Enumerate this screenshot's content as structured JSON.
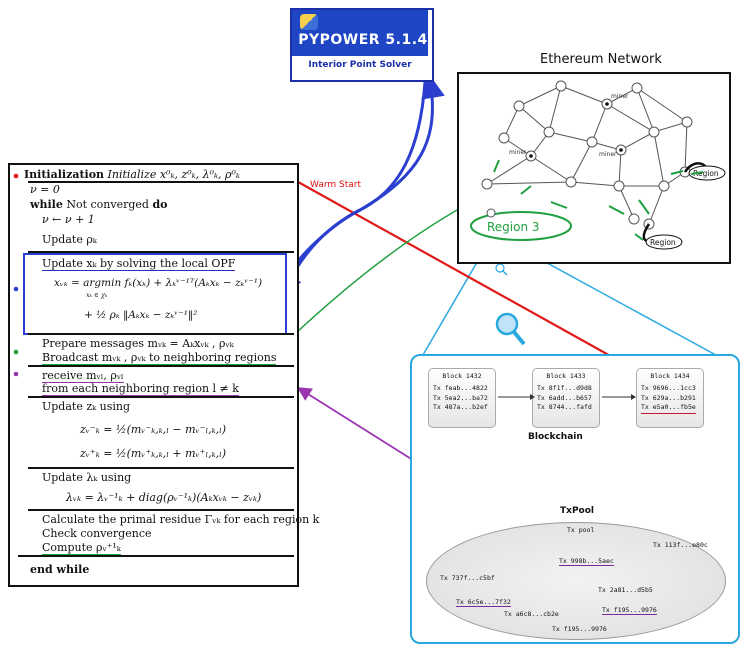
{
  "pypower": {
    "title": "PYPOWER 5.1.4",
    "subtitle": "Interior Point Solver"
  },
  "ethereum": {
    "title": "Ethereum Network",
    "miner_labels": [
      "miner",
      "miner",
      "miner"
    ],
    "region_labels": [
      "Region",
      "Region"
    ],
    "region3_label": "Region 3"
  },
  "warm_start_label": "Warm Start",
  "algorithm": {
    "lines": [
      {
        "kw": "Initialization",
        "text": "Initialize x⁰ₖ, z⁰ₖ, λ⁰ₖ, ρ⁰ₖ"
      },
      {
        "text": "ν = 0"
      },
      {
        "kw": "while",
        "text": "Not converged",
        "kw2": "do"
      },
      {
        "text": "ν ← ν + 1"
      },
      {
        "text": "Update ρₖ"
      },
      {
        "text": "Update xₖ by solving the local OPF"
      },
      {
        "text": "xᵥₖ = argmin fₖ(xₖ) + λₖᵛ⁻¹ᵀ(Aₖxₖ − zₖᵛ⁻¹)"
      },
      {
        "text": "xₖ ∈ χₖ"
      },
      {
        "text": "+ ½ ρₖ ‖Aₖxₖ − zₖᵛ⁻¹‖²"
      },
      {
        "text": "Prepare messages mᵥₖ = Aₖxᵥₖ , ρᵥₖ"
      },
      {
        "text": "Broadcast mᵥₖ , ρᵥₖ  to neighboring regions"
      },
      {
        "text": "receive mᵥₗ, ρᵥₗ"
      },
      {
        "text": "from each neighboring region l ≠ k"
      },
      {
        "text": "Update zₖ using"
      },
      {
        "text": "zᵥ⁻ₖ = ½(mᵥ⁻ₖ,ₖ,ₗ − mᵥ⁻ₗ,ₖ,ₗ)"
      },
      {
        "text": "zᵥ⁺ₖ = ½(mᵥ⁺ₖ,ₖ,ₗ + mᵥ⁺ₗ,ₖ,ₗ)"
      },
      {
        "text": "Update λₖ using"
      },
      {
        "text": "λᵥₖ = λᵥ⁻¹ₖ + diag(ρᵥ⁻¹ₖ)(Aₖxᵥₖ − zᵥₖ)"
      },
      {
        "text": "Calculate the primal residue Γᵥₖ for each region k"
      },
      {
        "text": "Check convergence"
      },
      {
        "text": "Compute ρᵥ⁺¹ₖ"
      },
      {
        "kw": "end while",
        "text": ""
      }
    ]
  },
  "blockchain": {
    "label": "Blockchain",
    "blocks": [
      {
        "title": "Block 1432",
        "txs": [
          "Tx feab...4822",
          "Tx 5ea2...ba72",
          "Tx 487a...b2ef"
        ]
      },
      {
        "title": "Block 1433",
        "txs": [
          "Tx 8f1f...d9d8",
          "Tx 6add...b657",
          "Tx 8744...fafd"
        ]
      },
      {
        "title": "Block 1434",
        "txs": [
          "Tx 9696...1cc3",
          "Tx 629a...b291",
          "Tx e5a0...fb5e"
        ]
      }
    ]
  },
  "txpool": {
    "label": "TxPool",
    "items": [
      "Tx pool",
      "Tx 113f...e80c",
      "Tx 998b...5aec",
      "Tx 737f...c5bf",
      "Tx 2a81...d5b5",
      "Tx 6c5e...7f32",
      "Tx f195...9976",
      "Tx a6c8...cb2e",
      "Tx f195...9976"
    ]
  },
  "colors": {
    "blue_arrow": "#2a3fd0",
    "red_arrow": "#e01818",
    "green_arrow": "#20a040",
    "purple_arrow": "#9a35b0",
    "cyan_connector": "#2aa8e0"
  }
}
